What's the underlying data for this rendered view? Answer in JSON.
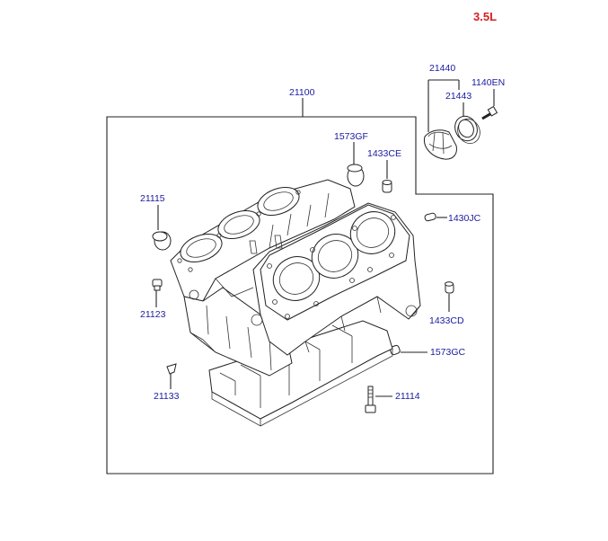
{
  "engine_tag": {
    "text": "3.5L",
    "color": "#d42020"
  },
  "label_color": "#1a1aa0",
  "labels": {
    "block_assy": "21100",
    "seal_group": "21440",
    "seal": "21443",
    "bolt_top": "1140EN",
    "plug_gf": "1573GF",
    "pin_ce": "1433CE",
    "pin_jc": "1430JC",
    "plug_21115": "21115",
    "bolt_21123": "21123",
    "pin_cd": "1433CD",
    "plug_gc": "1573GC",
    "bolt_21114": "21114",
    "pin_21133": "21133"
  },
  "icons": [
    "engine-block-drawing",
    "crank-seal-icon",
    "bolt-icon",
    "plug-icon",
    "dowel-pin-icon"
  ]
}
